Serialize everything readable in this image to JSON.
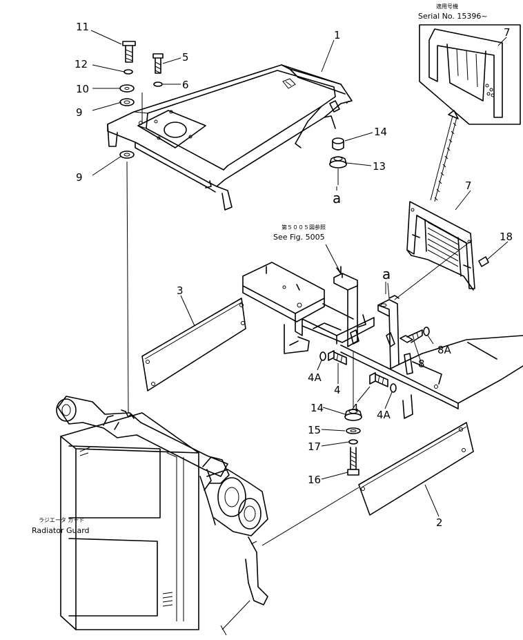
{
  "parts": [
    {
      "id": "p1",
      "label": "1"
    },
    {
      "id": "p2",
      "label": "2"
    },
    {
      "id": "p3",
      "label": "3"
    },
    {
      "id": "p4a",
      "label": "4"
    },
    {
      "id": "p4b",
      "label": "4"
    },
    {
      "id": "p4A1",
      "label": "4A"
    },
    {
      "id": "p4A2",
      "label": "4A"
    },
    {
      "id": "p5",
      "label": "5"
    },
    {
      "id": "p6",
      "label": "6"
    },
    {
      "id": "p7a",
      "label": "7"
    },
    {
      "id": "p7b",
      "label": "7"
    },
    {
      "id": "p8",
      "label": "8"
    },
    {
      "id": "p8A",
      "label": "8A"
    },
    {
      "id": "p9a",
      "label": "9"
    },
    {
      "id": "p9b",
      "label": "9"
    },
    {
      "id": "p10",
      "label": "10"
    },
    {
      "id": "p11",
      "label": "11"
    },
    {
      "id": "p12",
      "label": "12"
    },
    {
      "id": "p13",
      "label": "13"
    },
    {
      "id": "p14a",
      "label": "14"
    },
    {
      "id": "p14b",
      "label": "14"
    },
    {
      "id": "p15",
      "label": "15"
    },
    {
      "id": "p16",
      "label": "16"
    },
    {
      "id": "p17",
      "label": "17"
    },
    {
      "id": "p18",
      "label": "18"
    }
  ],
  "refs": {
    "a_top": "a",
    "a_mid": "a"
  },
  "notes": {
    "serial_jp": "適用号機",
    "serial_en": "Serial No. 15396~",
    "see_fig_jp": "第５００５図参照",
    "see_fig_en": "See Fig. 5005",
    "radiator_jp": "ラジエータ ガード",
    "radiator_en": "Radiator Guard"
  }
}
